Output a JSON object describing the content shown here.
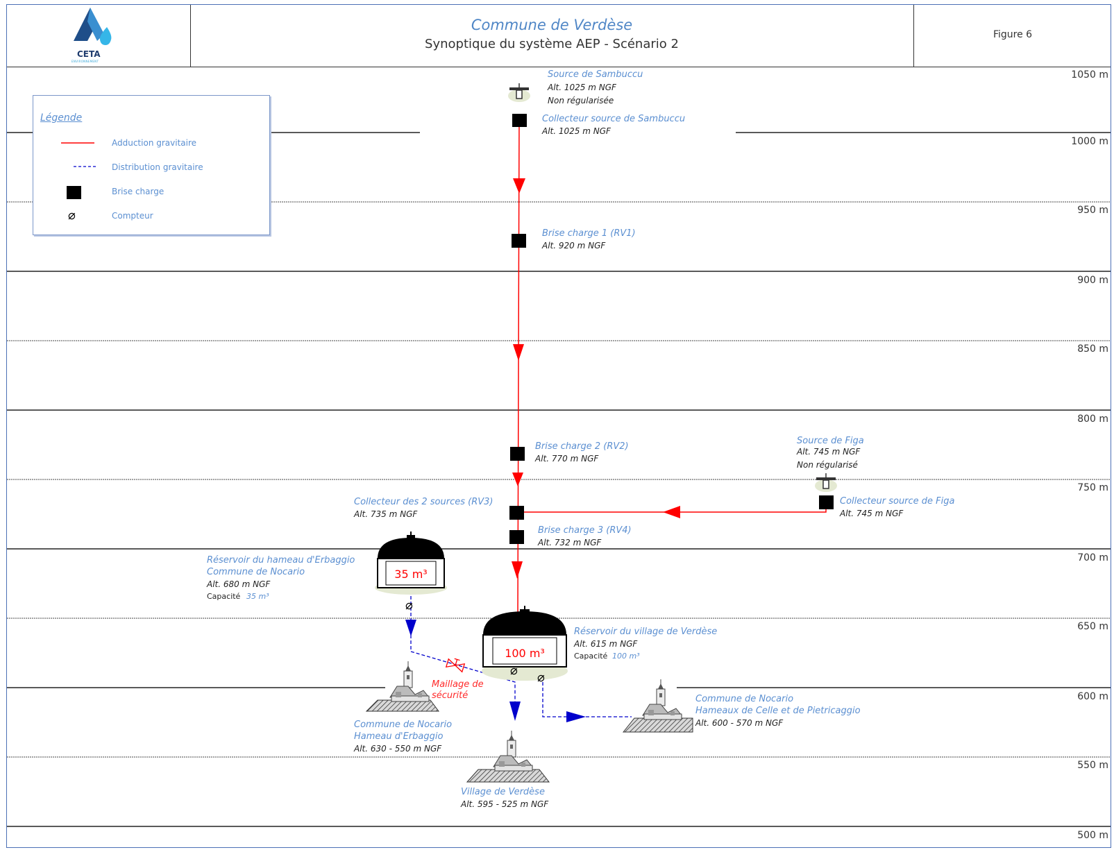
{
  "header": {
    "logo_text": "CETA",
    "logo_sub": "ENVIRONNEMENT",
    "commune": "Commune de Verdèse",
    "title": "Synoptique du système AEP  - Scénario 2",
    "figure": "Figure 6"
  },
  "legend": {
    "title": "Légende",
    "items": [
      "Adduction gravitaire",
      "Distribution gravitaire",
      "Brise charge",
      "Compteur"
    ]
  },
  "altitudes": [
    "1050 m",
    "1000 m",
    "950 m",
    "900 m",
    "850 m",
    "800 m",
    "750 m",
    "700 m",
    "650 m",
    "600 m",
    "550 m",
    "500 m"
  ],
  "nodes": {
    "sambuccu_source": {
      "name": "Source de Sambuccu",
      "alt": "Alt. 1025 m NGF",
      "note": "Non régularisée"
    },
    "sambuccu_collector": {
      "name": "Collecteur  source de Sambuccu",
      "alt": "Alt. 1025 m NGF"
    },
    "rv1": {
      "name": "Brise  charge 1 (RV1)",
      "alt": "Alt. 920 m NGF"
    },
    "rv2": {
      "name": "Brise  charge 2 (RV2)",
      "alt": "Alt. 770 m NGF"
    },
    "figa_source": {
      "name": "Source de Figa",
      "alt": "Alt. 745 m NGF",
      "note": "Non régularisé"
    },
    "figa_collector": {
      "name": "Collecteur  source de Figa",
      "alt": "Alt. 745 m NGF"
    },
    "rv3": {
      "name": "Collecteur  des 2 sources (RV3)",
      "alt": "Alt. 735 m NGF"
    },
    "rv4": {
      "name": "Brise  charge 3 (RV4)",
      "alt": "Alt. 732 m NGF"
    },
    "erbaggio_reservoir": {
      "name": "Réservoir  du hameau d'Erbaggio",
      "commune": "Commune  de Nocario",
      "alt": "Alt. 680 m NGF",
      "cap_label": "Capacité",
      "cap_value": "35 m³",
      "tank_label": "35 m³"
    },
    "verdese_reservoir": {
      "name": "Réservoir  du village  de Verdèse",
      "alt": "Alt. 615 m NGF",
      "cap_label": "Capacité",
      "cap_value": "100 m³",
      "tank_label": "100 m³"
    },
    "maillage": {
      "line1": "Maillage  de",
      "line2": "sécurité"
    },
    "erbaggio_hamlet": {
      "commune": "Commune  de Nocario",
      "name": "Hameau  d'Erbaggio",
      "alt": "Alt. 630 - 550 m NGF"
    },
    "celle_hamlet": {
      "commune": "Commune  de Nocario",
      "name": "Hameaux  de Celle et de Pietricaggio",
      "alt": "Alt. 600 - 570 m NGF"
    },
    "verdese_village": {
      "name": "Village  de Verdèse",
      "alt": "Alt. 595 - 525 m NGF"
    }
  },
  "colors": {
    "adduction": "#ff0000",
    "distribution": "#0000cc",
    "label_blue": "#5b8fd1",
    "frame": "#4b6fb5"
  }
}
